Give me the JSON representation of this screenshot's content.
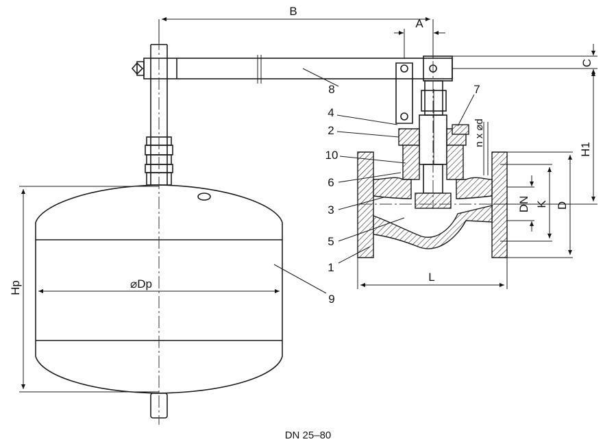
{
  "caption": "DN 25–80",
  "dimensions": {
    "B": "B",
    "A": "A",
    "C": "C",
    "H1": "H1",
    "nd": "n x ⌀d",
    "D": "D",
    "K": "K",
    "DN": "DN",
    "L": "L",
    "Dp": "⌀Dp",
    "Hp": "Hp"
  },
  "parts": {
    "p1": "1",
    "p2": "2",
    "p3": "3",
    "p4": "4",
    "p5": "5",
    "p6": "6",
    "p7": "7",
    "p8": "8",
    "p9": "9",
    "p10": "10"
  }
}
